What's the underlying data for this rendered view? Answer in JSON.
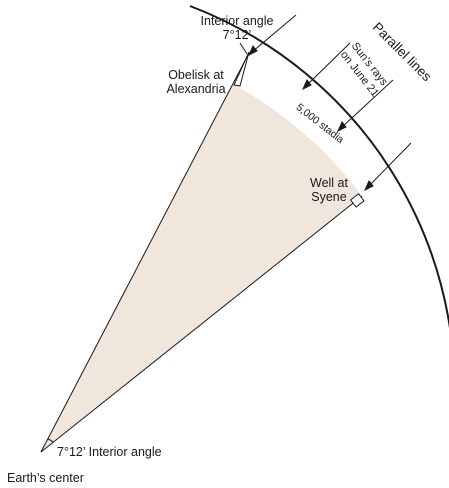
{
  "diagram": {
    "labels": {
      "interior_angle_top_line1": "Interior angle",
      "interior_angle_top_line2": "7°12’",
      "obelisk_line1": "Obelisk at",
      "obelisk_line2": "Alexandria",
      "parallel_lines": "Parallel lines",
      "suns_rays_line1": "Sun’s rays",
      "suns_rays_line2": "on June 21",
      "distance": "5,000 stadia",
      "well_line1": "Well at",
      "well_line2": "Syene",
      "center_angle": "7°12’ Interior angle",
      "earth_center": "Earth’s center"
    },
    "colors": {
      "sector_fill": "#f1e6dc",
      "line": "#1a1a1a",
      "background": "#ffffff"
    }
  }
}
